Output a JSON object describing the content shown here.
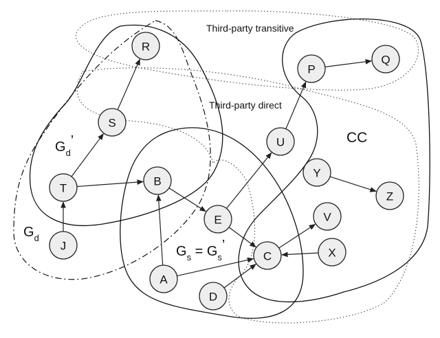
{
  "labels": {
    "third_party_transitive": "Third-party transitive",
    "third_party_direct": "Third-party direct",
    "cc": "CC",
    "gd_prime": {
      "base": "G",
      "sub": "d",
      "prime": "’"
    },
    "gd": {
      "base": "G",
      "sub": "d"
    },
    "gs_eq": {
      "base": "G",
      "sub": "s",
      "eq": " = ",
      "base2": "G",
      "sub2": "s",
      "prime": "’"
    }
  },
  "nodes": [
    {
      "id": "R",
      "label": "R"
    },
    {
      "id": "S",
      "label": "S"
    },
    {
      "id": "T",
      "label": "T"
    },
    {
      "id": "J",
      "label": "J"
    },
    {
      "id": "B",
      "label": "B"
    },
    {
      "id": "E",
      "label": "E"
    },
    {
      "id": "A",
      "label": "A"
    },
    {
      "id": "D",
      "label": "D"
    },
    {
      "id": "C",
      "label": "C"
    },
    {
      "id": "U",
      "label": "U"
    },
    {
      "id": "P",
      "label": "P"
    },
    {
      "id": "Q",
      "label": "Q"
    },
    {
      "id": "Y",
      "label": "Y"
    },
    {
      "id": "Z",
      "label": "Z"
    },
    {
      "id": "V",
      "label": "V"
    },
    {
      "id": "X",
      "label": "X"
    }
  ],
  "edges": [
    {
      "from": "S",
      "to": "R"
    },
    {
      "from": "T",
      "to": "S"
    },
    {
      "from": "J",
      "to": "T"
    },
    {
      "from": "T",
      "to": "B"
    },
    {
      "from": "B",
      "to": "E"
    },
    {
      "from": "A",
      "to": "B"
    },
    {
      "from": "E",
      "to": "C"
    },
    {
      "from": "A",
      "to": "C"
    },
    {
      "from": "D",
      "to": "C"
    },
    {
      "from": "C",
      "to": "V"
    },
    {
      "from": "X",
      "to": "C"
    },
    {
      "from": "E",
      "to": "U"
    },
    {
      "from": "U",
      "to": "P"
    },
    {
      "from": "P",
      "to": "Q"
    },
    {
      "from": "Y",
      "to": "Z"
    }
  ]
}
